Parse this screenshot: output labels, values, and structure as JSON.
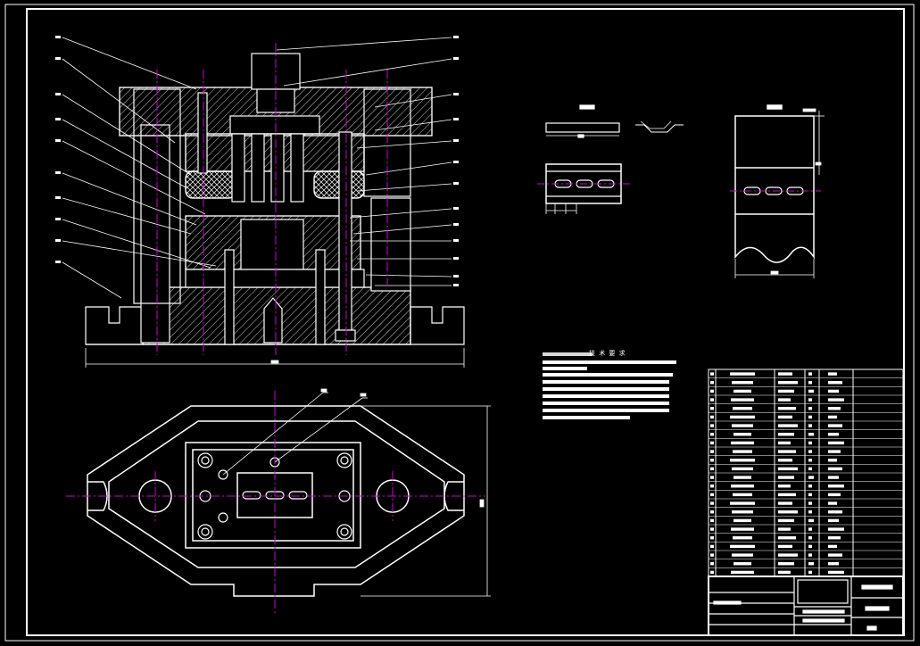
{
  "drawing": {
    "background": "#000000",
    "line_color": "#ffffff",
    "centerline_color": "#d000d0",
    "hatch_color": "#ffffff"
  },
  "section_view": {
    "leader_count_left": 10,
    "leader_count_right": 13
  },
  "tech_notes": {
    "heading": "技 术 要 求"
  },
  "parts_list": {
    "rows": 24
  },
  "title_block": {}
}
